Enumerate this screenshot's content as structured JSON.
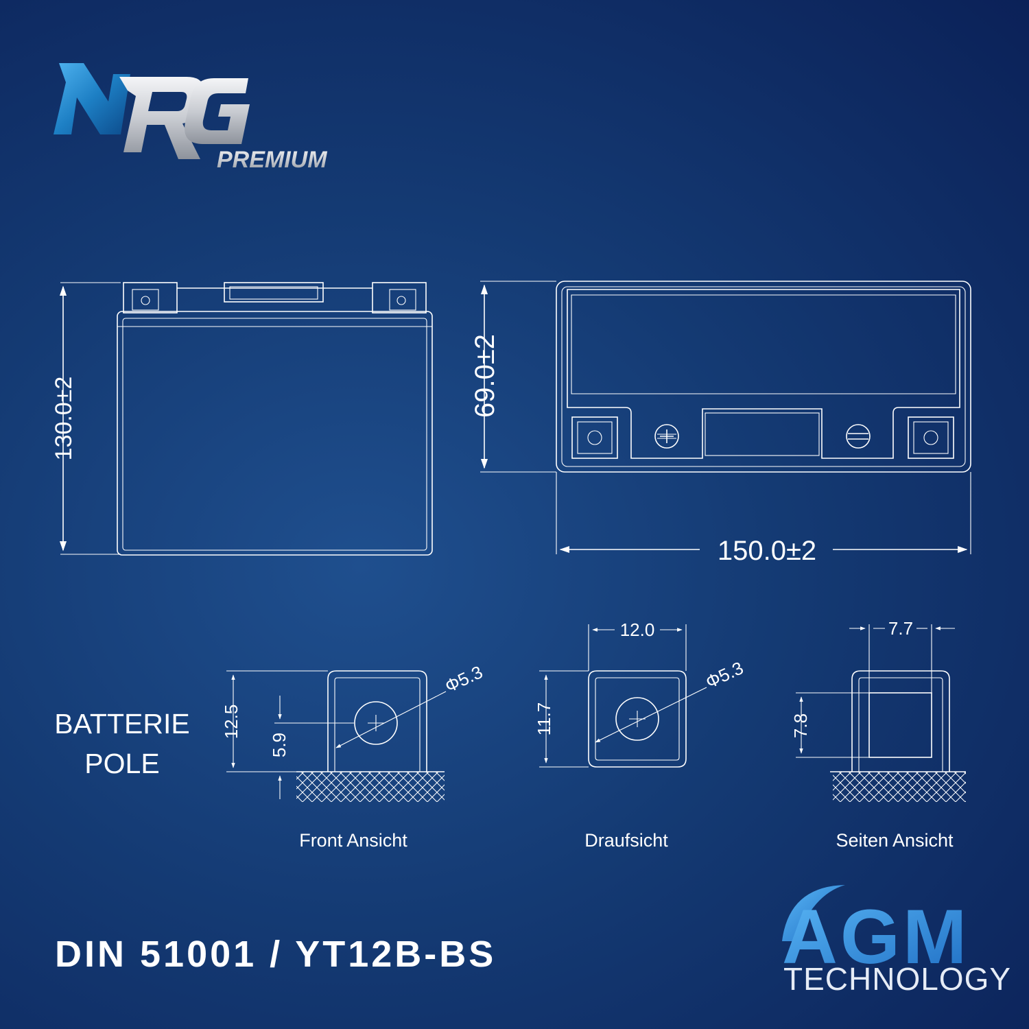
{
  "brand": {
    "logo_text": "NRG",
    "tagline": "PREMIUM",
    "colors": {
      "blue": "#1d7fc4",
      "silver": "#c9ccd2"
    }
  },
  "main_diagram": {
    "height_label": "130.0±2",
    "depth_label": "69.0±2",
    "width_label": "150.0±2",
    "terminal_plus_symbol": "plus-terminal-icon",
    "terminal_minus_symbol": "minus-terminal-icon"
  },
  "poles": {
    "section_label_line1": "BATTERIE",
    "section_label_line2": "POLE",
    "front": {
      "caption": "Front Ansicht",
      "height_label": "12.5",
      "hole_height_label": "5.9",
      "diameter_label": "Φ5.3"
    },
    "top": {
      "caption": "Draufsicht",
      "width_label": "12.0",
      "height_label": "11.7",
      "diameter_label": "Φ5.3"
    },
    "side": {
      "caption": "Seiten Ansicht",
      "width_label": "7.7",
      "height_label": "7.8"
    }
  },
  "footer": {
    "model": "DIN 51001 / YT12B-BS",
    "agm_letters": "AGM",
    "agm_subtitle": "TECHNOLOGY",
    "agm_color": "#2d8fe0"
  }
}
